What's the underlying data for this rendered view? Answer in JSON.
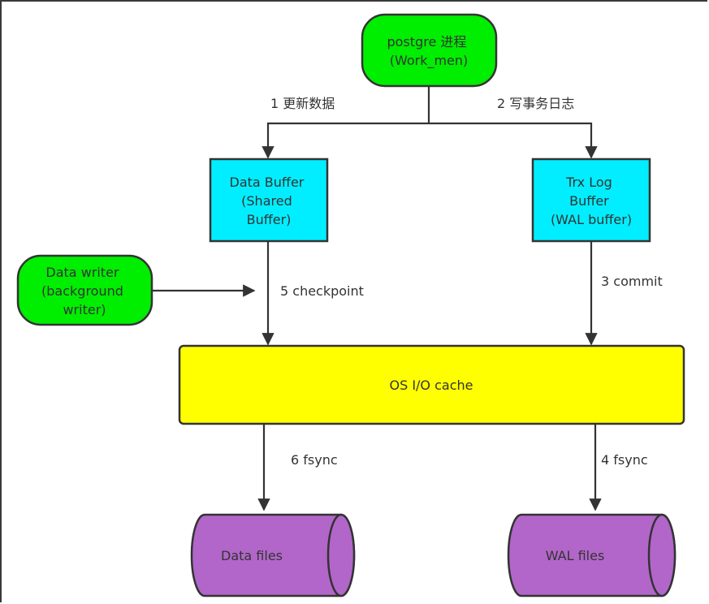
{
  "nodes": {
    "postgre_process": {
      "lines": [
        "postgre 进程",
        "(Work_men)"
      ]
    },
    "data_buffer": {
      "lines": [
        "Data Buffer",
        "(Shared",
        "Buffer)"
      ]
    },
    "trx_log_buffer": {
      "lines": [
        "Trx Log",
        "Buffer",
        "(WAL buffer)"
      ]
    },
    "data_writer": {
      "lines": [
        "Data writer",
        "(background",
        "writer)"
      ]
    },
    "os_cache": {
      "label": "OS I/O cache"
    },
    "data_files": {
      "label": "Data files"
    },
    "wal_files": {
      "label": "WAL files"
    }
  },
  "edges": {
    "update_data": "1 更新数据",
    "write_log": "2 写事务日志",
    "commit": "3 commit",
    "fsync_wal": "4 fsync",
    "checkpoint": "5 checkpoint",
    "fsync_data": "6 fsync"
  },
  "colors": {
    "green": "#00ee00",
    "cyan": "#00eeff",
    "yellow": "#ffff00",
    "purple": "#b266c9",
    "stroke": "#333333",
    "text": "#333333"
  }
}
